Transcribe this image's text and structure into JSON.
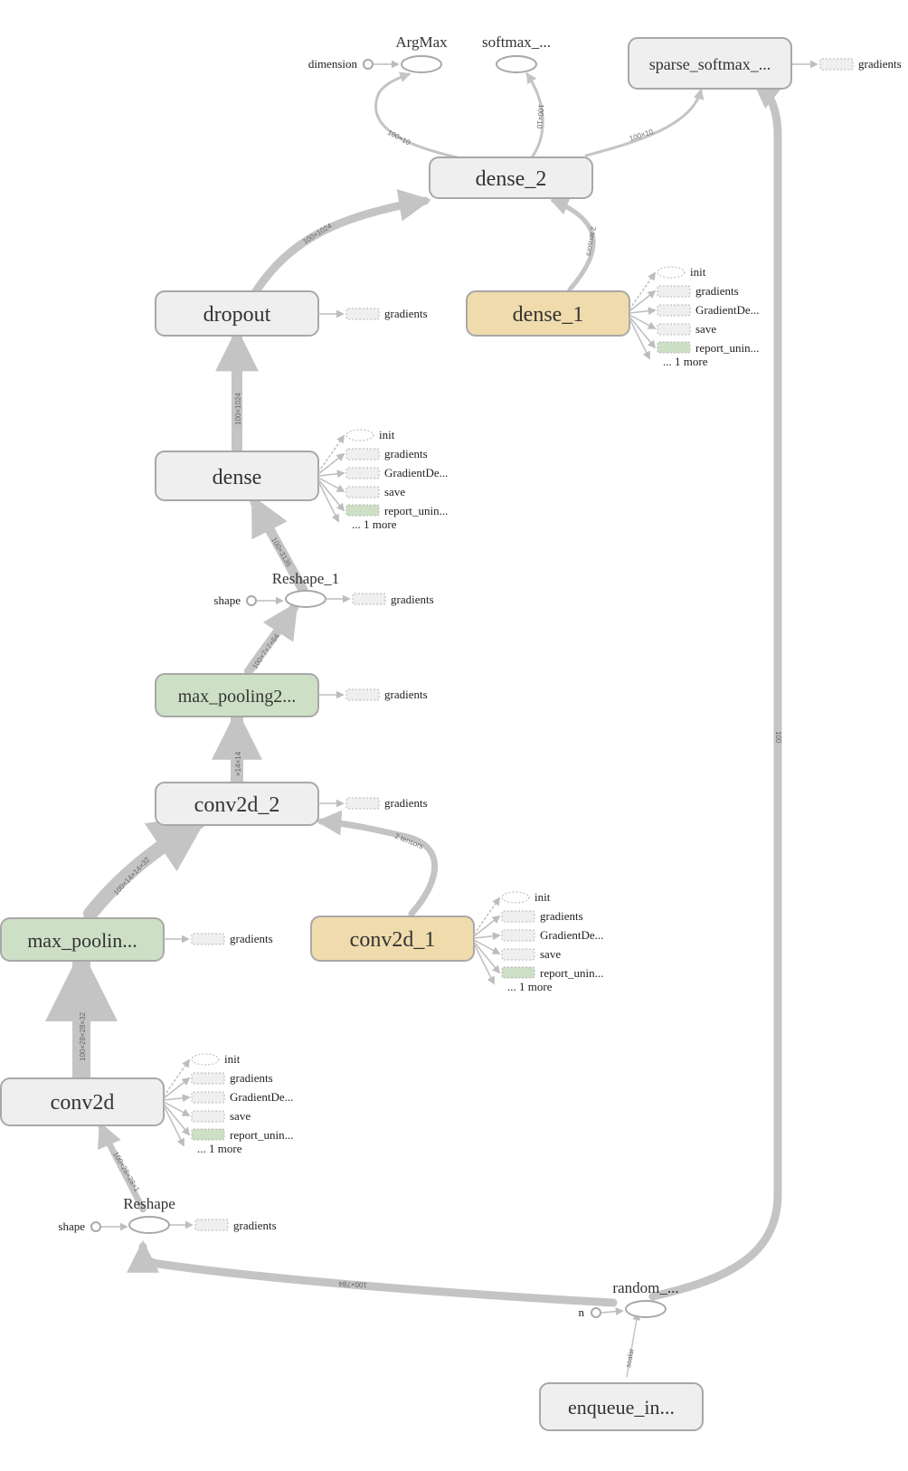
{
  "nodes": {
    "sparse_softmax": "sparse_softmax_...",
    "dense_2": "dense_2",
    "dropout": "dropout",
    "dense_1": "dense_1",
    "dense": "dense",
    "max_pooling2d_1": "max_pooling2...",
    "conv2d_2": "conv2d_2",
    "max_pooling2d": "max_poolin...",
    "conv2d_1": "conv2d_1",
    "conv2d": "conv2d",
    "enqueue": "enqueue_in..."
  },
  "ops": {
    "argmax": "ArgMax",
    "softmax": "softmax_...",
    "reshape_1": "Reshape_1",
    "reshape": "Reshape",
    "random": "random_..."
  },
  "consts": {
    "dimension": "dimension",
    "shape_1": "shape",
    "shape": "shape",
    "n": "n"
  },
  "aux": {
    "gradients": "gradients",
    "init": "init",
    "gradient_descent": "GradientDe...",
    "save": "save",
    "report": "report_unin...",
    "more": "... 1 more"
  },
  "edge_labels": {
    "dense2_argmax": "100×10",
    "dense2_softmax": "100×10",
    "dense2_sparse": "100×10",
    "dropout_dense2": "100×1024",
    "dense1_dense2": "2 tensors",
    "dense_dropout": "100×1024",
    "reshape1_dense": "100×3136",
    "pool1_reshape1": "100×7×7×64",
    "conv2_pool1": "×14×14",
    "pool0_conv2": "100×14×14×32",
    "conv1_conv2": "2 tensors",
    "conv0_pool0": "100×28×28×32",
    "reshape_conv0": "100×28×28×1",
    "random_reshape": "100×784",
    "random_sparse": "100",
    "enqueue_random": "scalar"
  },
  "colors": {
    "default_fill": "#efefef",
    "dense_fill": "#f0dbac",
    "pool_fill": "#cde0c6",
    "border": "#a8a8a8",
    "edge": "#c4c4c4",
    "report_fill": "#cde0c6"
  }
}
